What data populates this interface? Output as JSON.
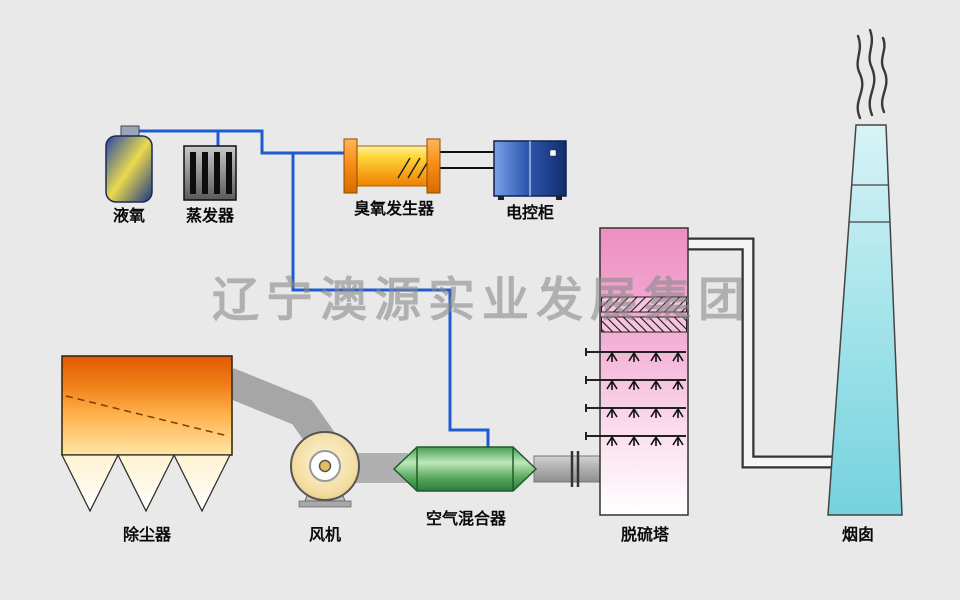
{
  "diagram": {
    "watermark": "辽宁澳源实业发展集团",
    "labels": {
      "liquid_oxygen": "液氧",
      "evaporator": "蒸发器",
      "ozone_generator": "臭氧发生器",
      "control_cabinet": "电控柜",
      "dust_collector": "除尘器",
      "fan": "风机",
      "air_mixer": "空气混合器",
      "desulfurization_tower": "脱硫塔",
      "chimney": "烟囱"
    },
    "colors": {
      "background": "#e9e9e9",
      "pipe_blue": "#1f5bd0",
      "tower_pink": "#ee8fc2",
      "chimney_cyan": "#74d2de",
      "mixer_green": "#4a9d52",
      "cabinet_blue": "#2f59b0",
      "collector_orange": "#ef7d16",
      "generator_yellow": "#ffd83a",
      "watermark_grey": "#8a8a8a"
    }
  }
}
